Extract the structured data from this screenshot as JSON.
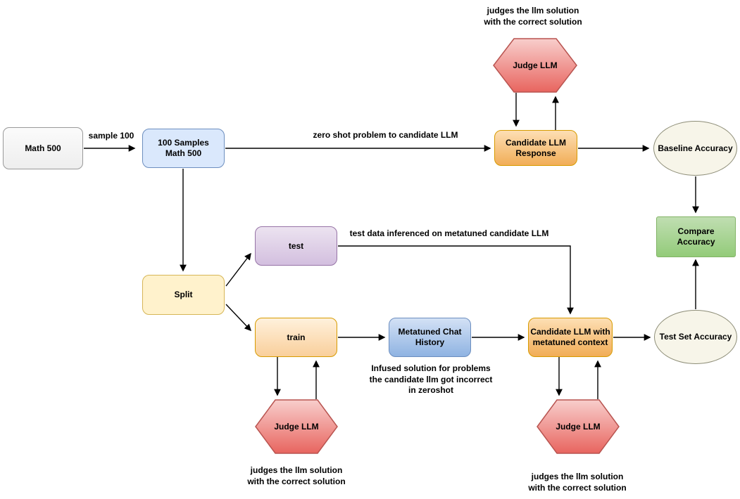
{
  "palette": {
    "red_fill_top": "#f8cecc",
    "red_fill_bottom": "#e8655f",
    "red_border": "#b85450",
    "blue_fill": "#dae8fc",
    "blue_border": "#6c8ebf",
    "orange_border": "#d79b00",
    "yellow_fill": "#fff2cc",
    "yellow_border": "#d6b656",
    "purple_border": "#9673a6",
    "green_border": "#82b366",
    "gray_fill": "#f5f5f5",
    "ellipse_fill": "#f7f5e9",
    "arrow_color": "#000000"
  },
  "nodes": {
    "math500": {
      "label": "Math 500"
    },
    "samples": {
      "label": "100 Samples\nMath 500"
    },
    "candidate_response": {
      "label": "Candidate LLM\nResponse"
    },
    "judge_top": {
      "label": "Judge LLM"
    },
    "baseline_accuracy": {
      "label": "Baseline Accuracy"
    },
    "compare_accuracy": {
      "label": "Compare\nAccuracy"
    },
    "split": {
      "label": "Split"
    },
    "test": {
      "label": "test"
    },
    "train": {
      "label": "train"
    },
    "metatuned_history": {
      "label": "Metatuned Chat\nHistory"
    },
    "candidate_metatuned": {
      "label": "Candidate LLM with\nmetatuned context"
    },
    "judge_train": {
      "label": "Judge LLM"
    },
    "judge_metatuned": {
      "label": "Judge LLM"
    },
    "test_set_accuracy": {
      "label": "Test Set Accuracy"
    }
  },
  "edge_labels": {
    "sample_100": "sample 100",
    "zero_shot": "zero shot problem to candidate LLM",
    "test_inference": "test data inferenced on metatuned candidate LLM"
  },
  "annotations": {
    "judge_top_note": "judges the llm solution\nwith the correct solution",
    "infused_note": "Infused solution for problems\nthe candidate llm got incorrect\nin zeroshot",
    "judge_train_note": "judges the llm solution\nwith the correct solution",
    "judge_metatuned_note": "judges the llm solution\nwith the correct solution"
  }
}
